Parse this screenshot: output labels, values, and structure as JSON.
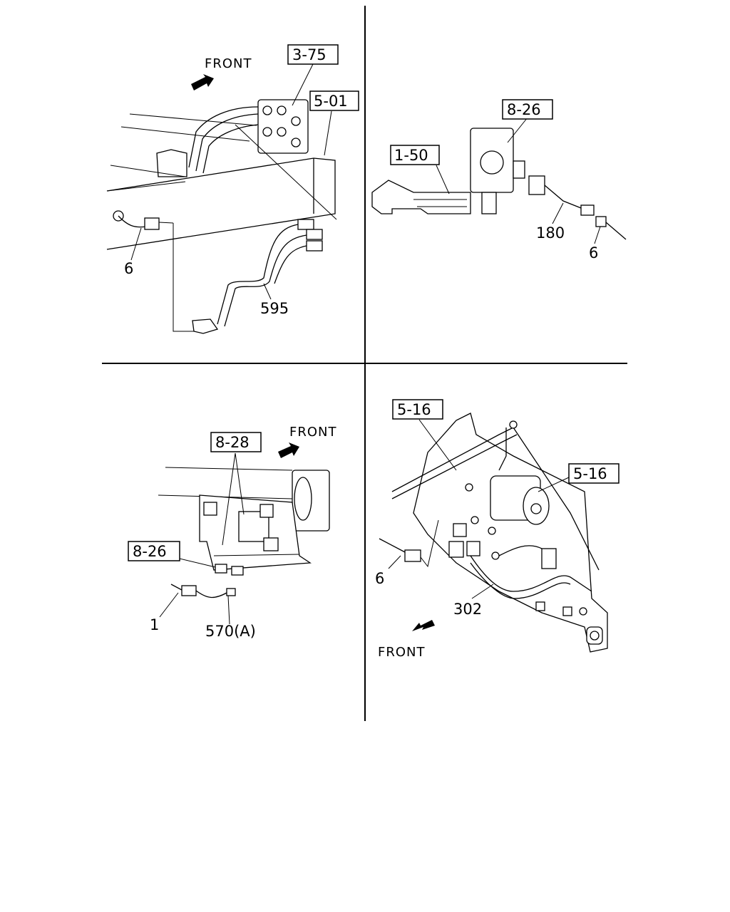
{
  "panels": {
    "top_left": {
      "front_label": "FRONT",
      "ref_a": "3-75",
      "ref_b": "5-01",
      "part_a": "6",
      "part_b": "595"
    },
    "top_right": {
      "ref_a": "8-26",
      "ref_b": "1-50",
      "part_a": "180",
      "part_b": "6"
    },
    "bottom_left": {
      "front_label": "FRONT",
      "ref_a": "8-28",
      "ref_b": "8-26",
      "part_a": "1",
      "part_b": "570(A)"
    },
    "bottom_right": {
      "ref_a": "5-16",
      "ref_b": "5-16",
      "part_a": "6",
      "part_b": "302",
      "front_label": "FRONT"
    }
  }
}
